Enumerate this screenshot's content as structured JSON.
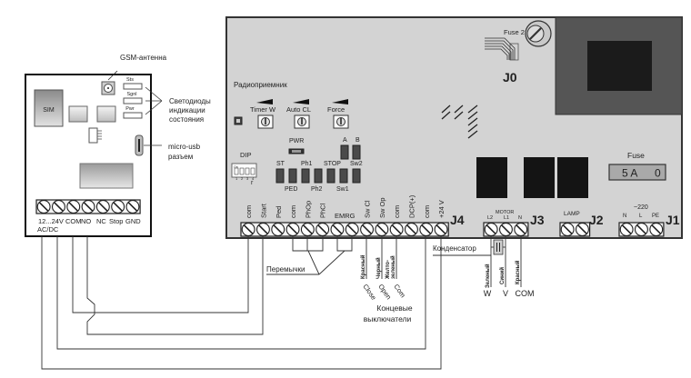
{
  "gsm_module": {
    "antenna_label": "GSM-антенна",
    "sim_label": "SIM",
    "leds": [
      "Sts",
      "Sgnl",
      "Pwr"
    ],
    "leds_caption": [
      "Светодиоды",
      "индикации",
      "состояния"
    ],
    "usb_caption": [
      "micro-usb",
      "разъем"
    ],
    "terminals": [
      "12...24V",
      "COM",
      "NO",
      "NC",
      "Stop",
      "GND"
    ],
    "terminal_sublabel": "AC/DC"
  },
  "controller": {
    "radio_label": "Радиоприемник",
    "pots": [
      "Timer W",
      "Auto CL",
      "Force"
    ],
    "pwr_label": "PWR",
    "dip_label": "DIP",
    "dip_on_label": "On",
    "dip_numbers": [
      "1",
      "2",
      "3",
      "4"
    ],
    "dip_sub": "r",
    "jumpers_top": [
      "A",
      "B"
    ],
    "leds_top": [
      "ST",
      "Ph1",
      "STOP",
      "Sw2"
    ],
    "leds_bottom": [
      "PED",
      "Ph2",
      "Sw1"
    ],
    "fuse2_label": "Fuse 2",
    "j0_label": "J0",
    "fuse_label": "Fuse",
    "fuse_value": "5 A",
    "fuse_digit": "0",
    "j4": {
      "name": "J4",
      "pins": [
        "com",
        "Start",
        "Ped",
        "com",
        "PhOp",
        "PhCl",
        "EMRG",
        "",
        "Sw Cl",
        "Sw Op",
        "com",
        "DCP(+)",
        "com",
        "+24 V"
      ]
    },
    "j3": {
      "name": "J3",
      "title": "MOTOR",
      "pins": [
        "L2",
        "L1",
        "N"
      ]
    },
    "j2": {
      "name": "J2",
      "title": "LAMP"
    },
    "j1": {
      "name": "J1",
      "title": "~220",
      "pins": [
        "N",
        "L",
        "PE"
      ]
    }
  },
  "annotations": {
    "jumpers": "Перемычки",
    "limit_wires": [
      "Красный",
      "Черный",
      "Желто-",
      "зеленый"
    ],
    "limit_signals": [
      "Close",
      "Open",
      "Com"
    ],
    "limit_caption": [
      "Концевые",
      "выключатели"
    ],
    "capacitor": "Конденсатор",
    "motor_wires": [
      "Зеленый",
      "Синий",
      "Красный"
    ],
    "motor_terms": [
      "W",
      "V",
      "COM"
    ]
  }
}
